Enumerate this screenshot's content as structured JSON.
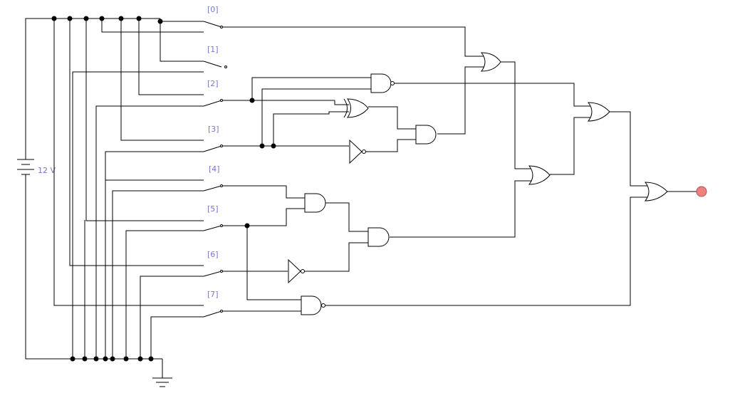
{
  "switch_labels": [
    "[0]",
    "[1]",
    "[2]",
    "[3]",
    "[4]",
    "[5]",
    "[6]",
    "[7]"
  ],
  "battery_label": "12 V",
  "colors": {
    "wire": "#000000",
    "label": "#7777cc",
    "led": "#f08080"
  }
}
